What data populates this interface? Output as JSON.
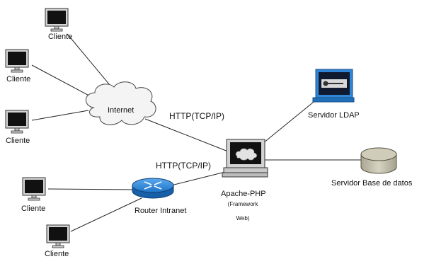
{
  "nodes": {
    "cliente_1": "Cliente",
    "cliente_2": "Cliente",
    "cliente_3": "Cliente",
    "cliente_4": "Cliente",
    "cliente_5": "Cliente",
    "internet": "Internet",
    "router": "Router Intranet",
    "server": "Apache-PHP",
    "server_sub_1": "(Framework",
    "server_sub_2": "Web)",
    "ldap": "Servidor LDAP",
    "db": "Servidor Base de datos"
  },
  "edges": {
    "internet_to_server": "HTTP(TCP/IP)",
    "router_to_server": "HTTP(TCP/IP)"
  },
  "colors": {
    "line": "#222222",
    "monitor_bezel": "#d4d4d4",
    "monitor_screen": "#111111",
    "cloud_fill": "#f4f4f4",
    "router_blue": "#1e74c8",
    "ldap_blue": "#2f86d6",
    "db_fill": "#c8c5b4"
  },
  "icons": {
    "cliente": "computer-monitor-icon",
    "internet": "cloud-icon",
    "router": "router-icon",
    "server": "workstation-icon",
    "ldap": "ldap-server-icon",
    "db": "database-cylinder-icon"
  }
}
